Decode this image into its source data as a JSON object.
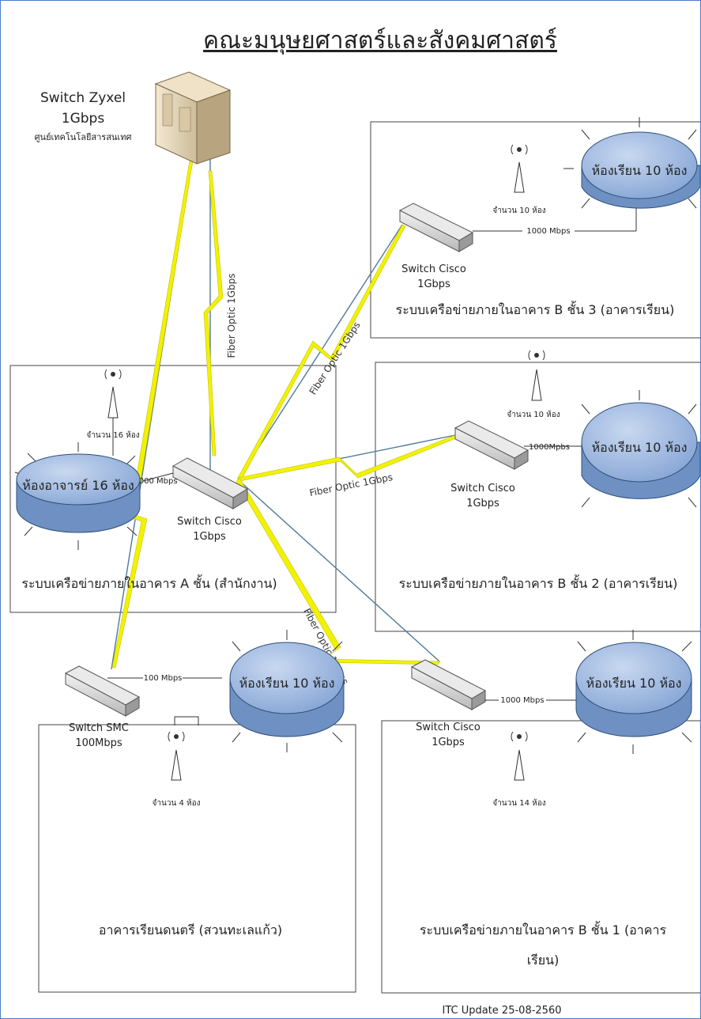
{
  "title": "คณะมนุษยศาสตร์และสังคมศาสตร์",
  "footer": "ITC Update 25-08-2560",
  "core": {
    "name": "Switch Zyxel",
    "speed": "1Gbps",
    "location": "ศูนย์เทคโนโลยีสารสนเทศ"
  },
  "fiber_label": "Fiber Optic 1Gbps",
  "buildings": {
    "a": {
      "caption": "ระบบเครือข่ายภายในอาคาร A ชั้น (สำนักงาน)",
      "switch_name": "Switch Cisco",
      "switch_speed": "1Gbps",
      "ap_count": "จำนวน 16 ห้อง",
      "room": "ห้องอาจารย์ 16 ห้อง",
      "link": "1000 Mbps"
    },
    "b3": {
      "caption": "ระบบเครือข่ายภายในอาคาร B ชั้น 3 (อาคารเรียน)",
      "switch_name": "Switch Cisco",
      "switch_speed": "1Gbps",
      "ap_count": "จำนวน 10 ห้อง",
      "room": "ห้องเรียน 10 ห้อง",
      "link": "1000 Mbps"
    },
    "b2": {
      "caption": "ระบบเครือข่ายภายในอาคาร B ชั้น 2 (อาคารเรียน)",
      "switch_name": "Switch Cisco",
      "switch_speed": "1Gbps",
      "ap_count": "จำนวน 10 ห้อง",
      "room": "ห้องเรียน 10 ห้อง",
      "link": "1000Mpbs"
    },
    "music": {
      "caption": "อาคารเรียนดนตรี (สวนทะเลแก้ว)",
      "switch_name": "Switch SMC",
      "switch_speed": "100Mbps",
      "ap_count": "จำนวน 4 ห้อง",
      "room": "ห้องเรียน 10 ห้อง",
      "link": "100 Mbps"
    },
    "b1": {
      "caption_line1": "ระบบเครือข่ายภายในอาคาร B ชั้น 1 (อาคาร",
      "caption_line2": "เรียน)",
      "switch_name": "Switch Cisco",
      "switch_speed": "1Gbps",
      "ap_count": "จำนวน 14 ห้อง",
      "room": "ห้องเรียน 10 ห้อง",
      "link": "1000 Mbps"
    }
  },
  "colors": {
    "border": "#4a7fc8",
    "cable": "#4f7a9a",
    "fiber": "#f2f200",
    "room_fill": "#9db8e0",
    "room_stroke": "#2f4f7a"
  }
}
